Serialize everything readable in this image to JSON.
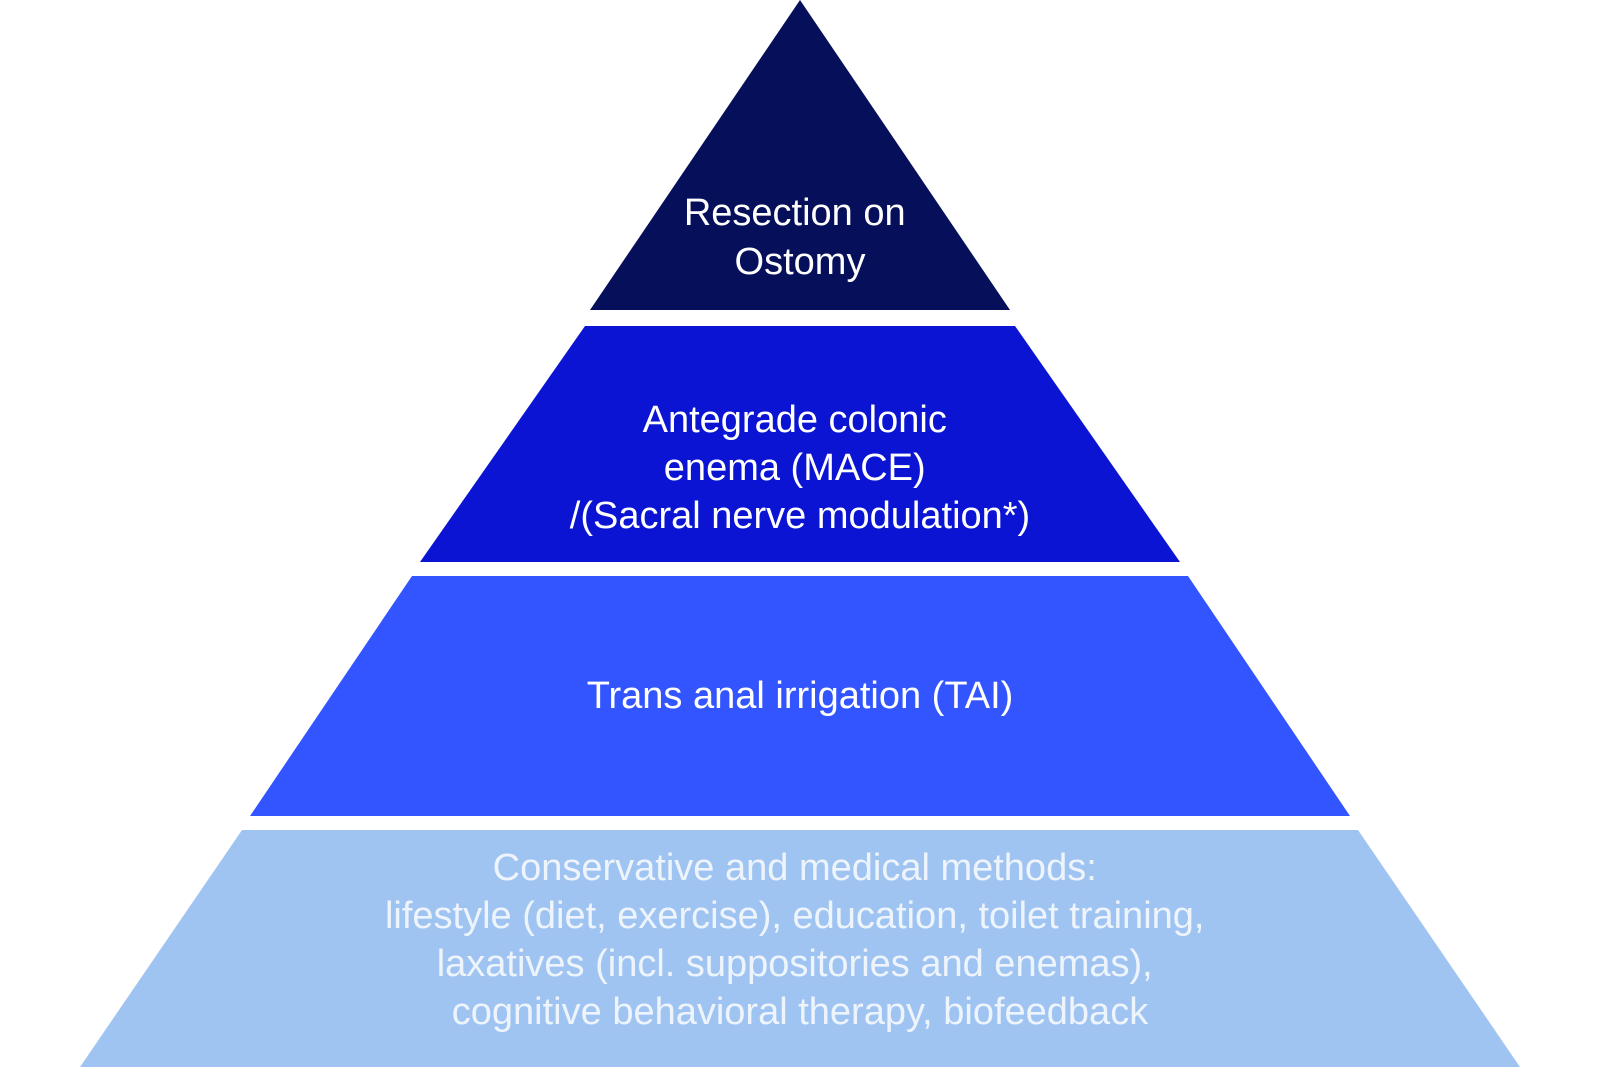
{
  "pyramid": {
    "colors": {
      "background": "#ffffff",
      "tier_top": "#050f5a",
      "tier_second": "#0a14d2",
      "tier_third": "#3355ff",
      "tier_base": "#a0c4f2",
      "text_dark_tiers": "#ffffff",
      "text_base_tier": "#eef4fc"
    },
    "tiers": [
      {
        "id": "resection",
        "lines": [
          "Resection on",
          "Ostomy"
        ]
      },
      {
        "id": "mace",
        "lines": [
          "Antegrade colonic",
          "enema (MACE)",
          "/(Sacral nerve modulation*)"
        ]
      },
      {
        "id": "tai",
        "lines": [
          "Trans anal irrigation (TAI)"
        ]
      },
      {
        "id": "conservative",
        "lines": [
          "Conservative and medical methods:",
          "lifestyle (diet, exercise), education, toilet training,",
          "laxatives (incl. suppositories and enemas),",
          "cognitive behavioral therapy, biofeedback"
        ]
      }
    ]
  }
}
